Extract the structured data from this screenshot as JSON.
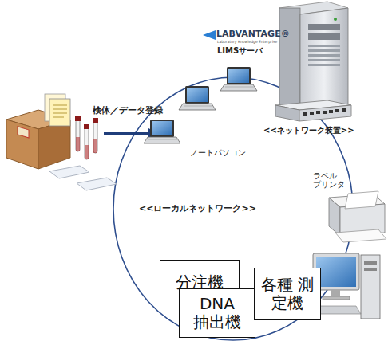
{
  "diagram": {
    "nodes": [
      {
        "text": [
          "分注機"
        ]
      },
      {
        "text": [
          "DNA 抽出機"
        ]
      },
      {
        "text": [
          "各種 測定機"
        ]
      }
    ],
    "labels": [
      "LABVANTAGE®",
      "Laboratory Knowledge Enterprise",
      "LIMSサーバ",
      "検体／データ登録",
      "ノートパソコン",
      "<<ネットワーク装置>>",
      "ラベル プリンタ",
      "<<ローカルネットワーク>>"
    ]
  }
}
